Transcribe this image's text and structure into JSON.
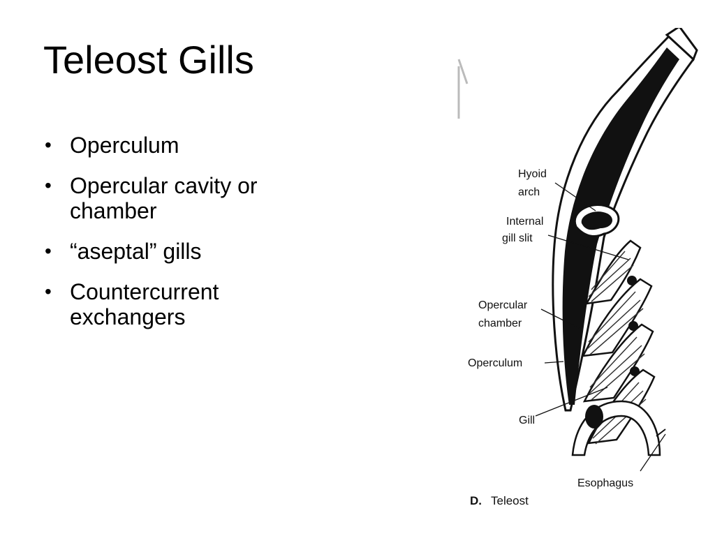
{
  "slide": {
    "title": "Teleost Gills",
    "bullets": [
      "Operculum",
      "Opercular cavity or chamber",
      "“aseptal” gills",
      "Countercurrent exchangers"
    ]
  },
  "figure": {
    "labels": {
      "hyoid_1": "Hyoid",
      "hyoid_2": "arch",
      "gill_slit_1": "Internal",
      "gill_slit_2": "gill slit",
      "chamber_1": "Opercular",
      "chamber_2": "chamber",
      "operculum": "Operculum",
      "gill": "Gill",
      "esophagus": "Esophagus"
    },
    "caption": {
      "letter": "D.",
      "text": "Teleost"
    }
  }
}
